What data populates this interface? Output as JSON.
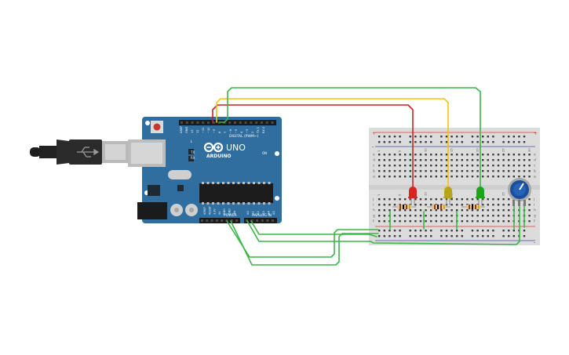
{
  "board": {
    "brand_label": "ARDUINO",
    "model_label": "UNO",
    "digital_label": "DIGITAL (PWM~)",
    "power_label": "POWER",
    "analog_label": "ANALOG IN",
    "on_label": "ON",
    "l_label": "L",
    "tx_label": "TX",
    "rx_label": "RX",
    "aref_label": "AREF",
    "gnd_label": "GND",
    "ioref_label": "IOREF",
    "reset_label": "RESET",
    "v33_label": "3.3V",
    "v5_label": "5V",
    "vin_label": "Vin",
    "digital_pins": [
      "13",
      "12",
      "~11",
      "~10",
      "~9",
      "8",
      "7",
      "~6",
      "~5",
      "4",
      "~3",
      "2",
      "TX 1",
      "RX 0"
    ],
    "analog_pins": [
      "A0",
      "A1",
      "A2",
      "A3",
      "A4",
      "A5"
    ]
  },
  "breadboard": {
    "column_numbers": [
      "1",
      "5",
      "10",
      "15",
      "20",
      "25",
      "30"
    ],
    "row_letters_top": [
      "a",
      "b",
      "c",
      "d",
      "e"
    ],
    "row_letters_bottom": [
      "f",
      "g",
      "h",
      "i",
      "j"
    ],
    "rail_plus": "+",
    "rail_minus": "-"
  },
  "components": {
    "leds": [
      {
        "name": "red-led",
        "color": "#d7241c"
      },
      {
        "name": "yellow-led",
        "color": "#b9a31a"
      },
      {
        "name": "green-led",
        "color": "#1aa51a"
      }
    ],
    "potentiometer_color": "#1b4f9c"
  },
  "wires": {
    "red": "#cc1f1f",
    "yellow": "#f1c40f",
    "green": "#3cb54a"
  },
  "colors": {
    "board_blue": "#2f6e9e",
    "breadboard": "#dcdcdc"
  }
}
